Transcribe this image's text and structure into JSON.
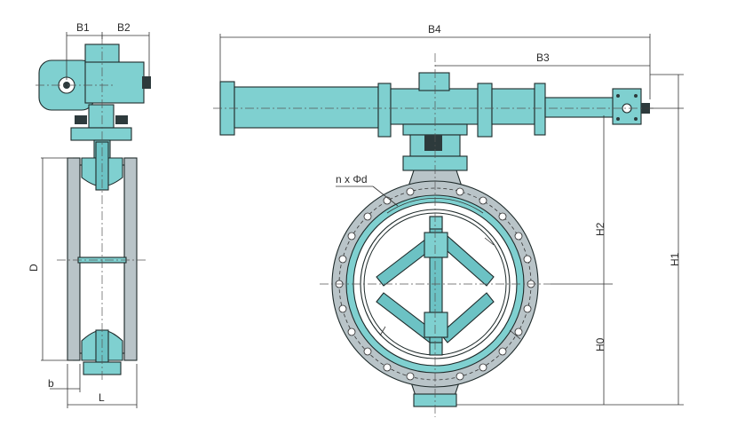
{
  "dimensions": {
    "b1": "B1",
    "b2": "B2",
    "b3": "B3",
    "b4": "B4",
    "d": "D",
    "b": "b",
    "l": "L",
    "h0": "H0",
    "h1": "H1",
    "h2": "H2",
    "bolt_holes": "n x Φd"
  },
  "colors": {
    "body": "#7fd0d0",
    "outline": "#1e2a2a",
    "flange_face": "#b9c4c8"
  }
}
